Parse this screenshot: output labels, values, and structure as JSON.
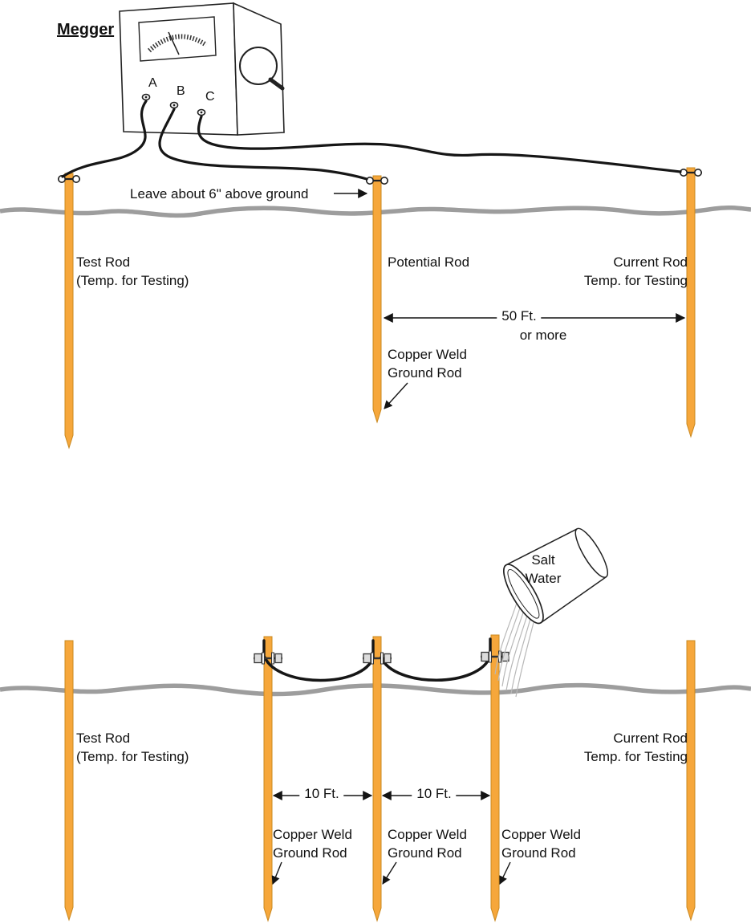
{
  "colors": {
    "rod_fill": "#F6A73B",
    "rod_stroke": "#C9881F",
    "ground_line": "#9D9D9D",
    "wire": "#161616"
  },
  "megger": {
    "title": "Megger",
    "terminals": [
      "A",
      "B",
      "C"
    ]
  },
  "top": {
    "note": "Leave about 6\" above ground",
    "test_rod": [
      "Test Rod",
      "(Temp. for Testing)"
    ],
    "potential_rod": "Potential Rod",
    "current_rod": [
      "Current Rod",
      "Temp. for Testing"
    ],
    "distance": [
      "50 Ft.",
      "or more"
    ],
    "copper_rod": [
      "Copper Weld",
      "Ground Rod"
    ]
  },
  "bottom": {
    "salt_water": [
      "Salt",
      "Water"
    ],
    "test_rod": [
      "Test Rod",
      "(Temp. for Testing)"
    ],
    "current_rod": [
      "Current Rod",
      "Temp. for Testing"
    ],
    "distance_1": "10 Ft.",
    "distance_2": "10 Ft.",
    "copper_rods": [
      [
        "Copper Weld",
        "Ground Rod"
      ],
      [
        "Copper Weld",
        "Ground Rod"
      ],
      [
        "Copper Weld",
        "Ground Rod"
      ]
    ]
  }
}
